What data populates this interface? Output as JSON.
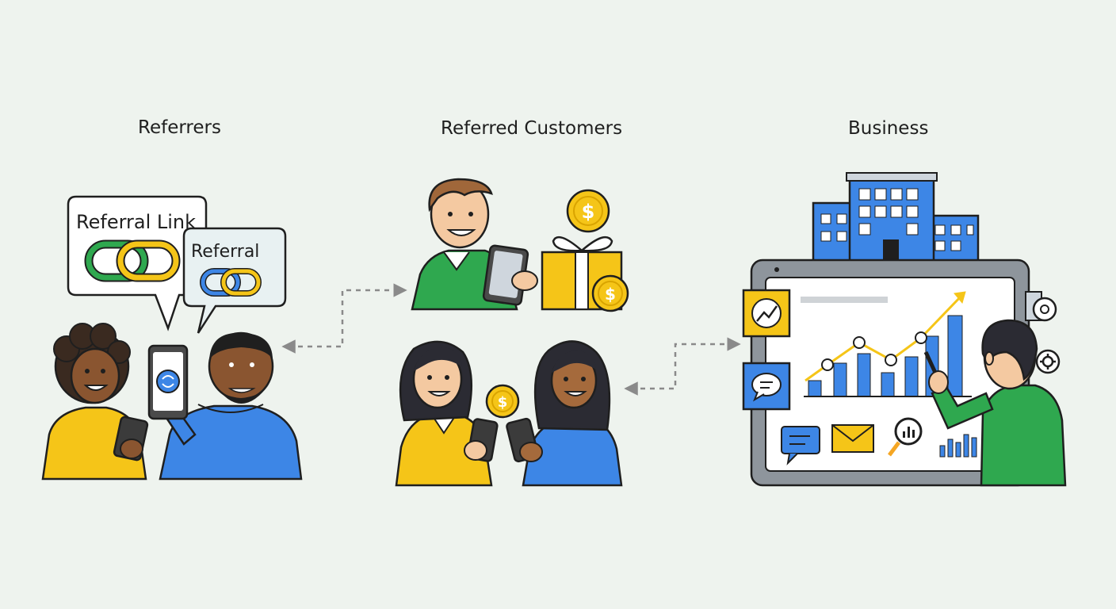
{
  "sections": {
    "referrers": {
      "title": "Referrers"
    },
    "customers": {
      "title": "Referred Customers"
    },
    "business": {
      "title": "Business"
    }
  },
  "bubbles": {
    "main_label": "Referral Link",
    "secondary_label": "Referral"
  },
  "coin_symbol": "$",
  "colors": {
    "background": "#eef3ee",
    "green": "#2fa84f",
    "yellow": "#f5c518",
    "blue": "#3d86e6",
    "outline": "#1f1f1f",
    "skin_dark": "#8a5530",
    "skin_light": "#f4c9a1"
  },
  "icons": [
    "link-icon",
    "coin-icon",
    "gift-icon",
    "building-icon",
    "chart-icon",
    "chat-icon",
    "mail-icon",
    "magnifier-icon",
    "gear-icon"
  ]
}
